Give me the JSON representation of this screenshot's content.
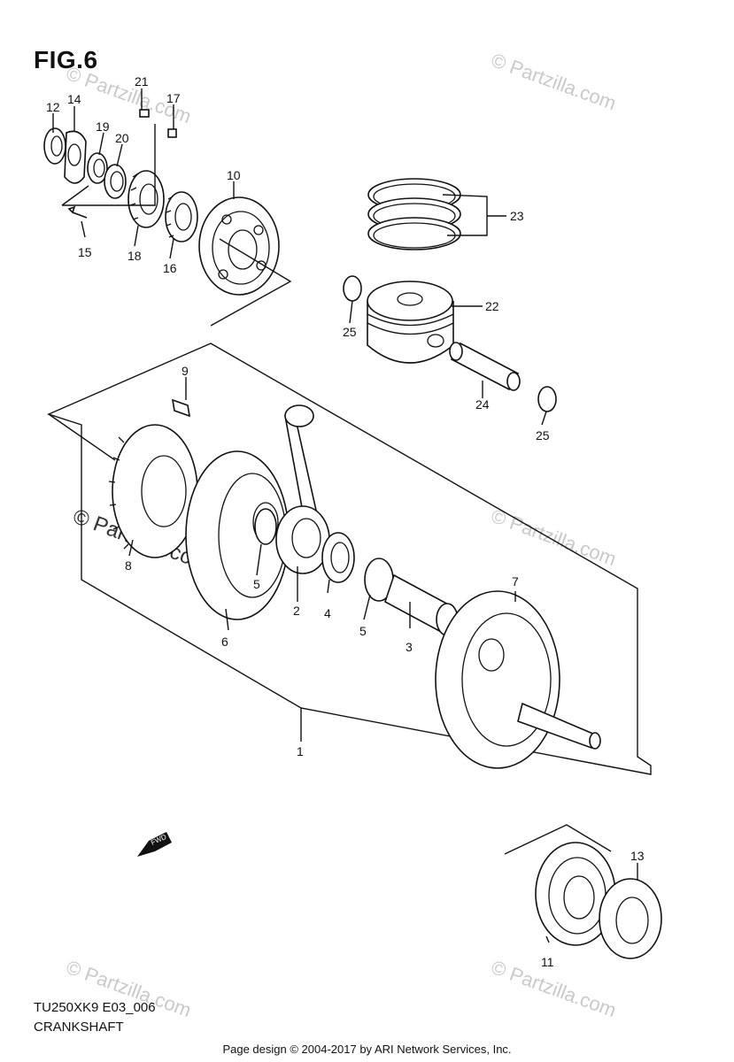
{
  "figure": {
    "label": "FIG.6"
  },
  "diagram": {
    "code": "TU250XK9 E03_006",
    "title": "CRANKSHAFT",
    "fwd_label": "FWD",
    "callouts": [
      "1",
      "2",
      "3",
      "4",
      "5",
      "5",
      "6",
      "7",
      "8",
      "9",
      "10",
      "11",
      "12",
      "13",
      "14",
      "15",
      "16",
      "17",
      "18",
      "19",
      "20",
      "21",
      "22",
      "23",
      "24",
      "25",
      "25"
    ]
  },
  "watermarks": {
    "primary": "© Partzilla.com",
    "faint": "© Partzilla.com"
  },
  "footer": {
    "text": "Page design © 2004-2017 by ARI Network Services, Inc."
  }
}
